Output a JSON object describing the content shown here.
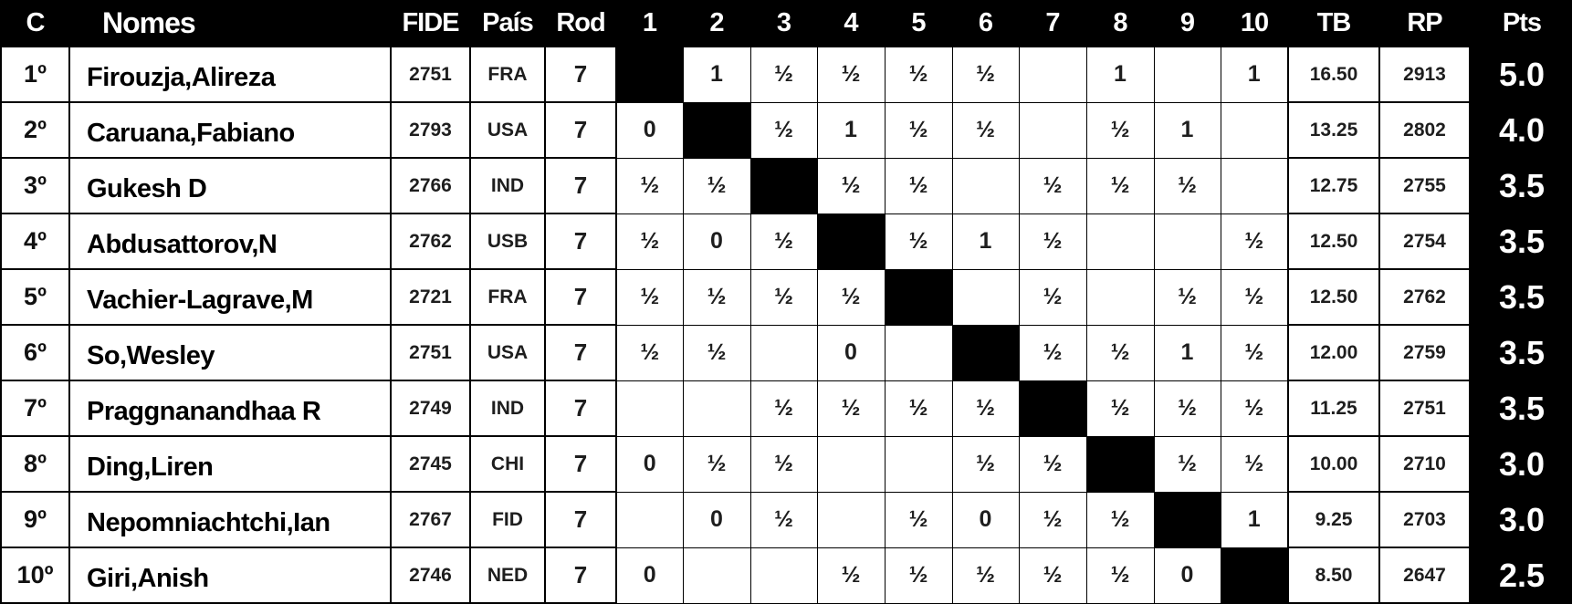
{
  "header": {
    "pos": "C",
    "name": "Nomes",
    "fide": "FIDE",
    "country": "País",
    "rounds": "Rod",
    "rounds_cols": [
      "1",
      "2",
      "3",
      "4",
      "5",
      "6",
      "7",
      "8",
      "9",
      "10"
    ],
    "tb": "TB",
    "rp": "RP",
    "pts": "Pts"
  },
  "rows": [
    {
      "pos": "1º",
      "name": "Firouzja,Alireza",
      "fide": "2751",
      "country": "FRA",
      "rounds": "7",
      "results": [
        "X",
        "1",
        "½",
        "½",
        "½",
        "½",
        "",
        "1",
        "",
        "1"
      ],
      "tb": "16.50",
      "rp": "2913",
      "pts": "5.0"
    },
    {
      "pos": "2º",
      "name": "Caruana,Fabiano",
      "fide": "2793",
      "country": "USA",
      "rounds": "7",
      "results": [
        "0",
        "X",
        "½",
        "1",
        "½",
        "½",
        "",
        "½",
        "1",
        ""
      ],
      "tb": "13.25",
      "rp": "2802",
      "pts": "4.0"
    },
    {
      "pos": "3º",
      "name": "Gukesh D",
      "fide": "2766",
      "country": "IND",
      "rounds": "7",
      "results": [
        "½",
        "½",
        "X",
        "½",
        "½",
        "",
        "½",
        "½",
        "½",
        ""
      ],
      "tb": "12.75",
      "rp": "2755",
      "pts": "3.5"
    },
    {
      "pos": "4º",
      "name": "Abdusattorov,N",
      "fide": "2762",
      "country": "USB",
      "rounds": "7",
      "results": [
        "½",
        "0",
        "½",
        "X",
        "½",
        "1",
        "½",
        "",
        "",
        "½"
      ],
      "tb": "12.50",
      "rp": "2754",
      "pts": "3.5"
    },
    {
      "pos": "5º",
      "name": "Vachier-Lagrave,M",
      "fide": "2721",
      "country": "FRA",
      "rounds": "7",
      "results": [
        "½",
        "½",
        "½",
        "½",
        "X",
        "",
        "½",
        "",
        "½",
        "½"
      ],
      "tb": "12.50",
      "rp": "2762",
      "pts": "3.5"
    },
    {
      "pos": "6º",
      "name": "So,Wesley",
      "fide": "2751",
      "country": "USA",
      "rounds": "7",
      "results": [
        "½",
        "½",
        "",
        "0",
        "",
        "X",
        "½",
        "½",
        "1",
        "½"
      ],
      "tb": "12.00",
      "rp": "2759",
      "pts": "3.5"
    },
    {
      "pos": "7º",
      "name": "Praggnanandhaa R",
      "fide": "2749",
      "country": "IND",
      "rounds": "7",
      "results": [
        "",
        "",
        "½",
        "½",
        "½",
        "½",
        "X",
        "½",
        "½",
        "½"
      ],
      "tb": "11.25",
      "rp": "2751",
      "pts": "3.5"
    },
    {
      "pos": "8º",
      "name": "Ding,Liren",
      "fide": "2745",
      "country": "CHI",
      "rounds": "7",
      "results": [
        "0",
        "½",
        "½",
        "",
        "",
        "½",
        "½",
        "X",
        "½",
        "½"
      ],
      "tb": "10.00",
      "rp": "2710",
      "pts": "3.0"
    },
    {
      "pos": "9º",
      "name": "Nepomniachtchi,Ian",
      "fide": "2767",
      "country": "FID",
      "rounds": "7",
      "results": [
        "",
        "0",
        "½",
        "",
        "½",
        "0",
        "½",
        "½",
        "X",
        "1"
      ],
      "tb": "9.25",
      "rp": "2703",
      "pts": "3.0"
    },
    {
      "pos": "10º",
      "name": "Giri,Anish",
      "fide": "2746",
      "country": "NED",
      "rounds": "7",
      "results": [
        "0",
        "",
        "",
        "½",
        "½",
        "½",
        "½",
        "½",
        "0",
        "X"
      ],
      "tb": "8.50",
      "rp": "2647",
      "pts": "2.5"
    }
  ]
}
